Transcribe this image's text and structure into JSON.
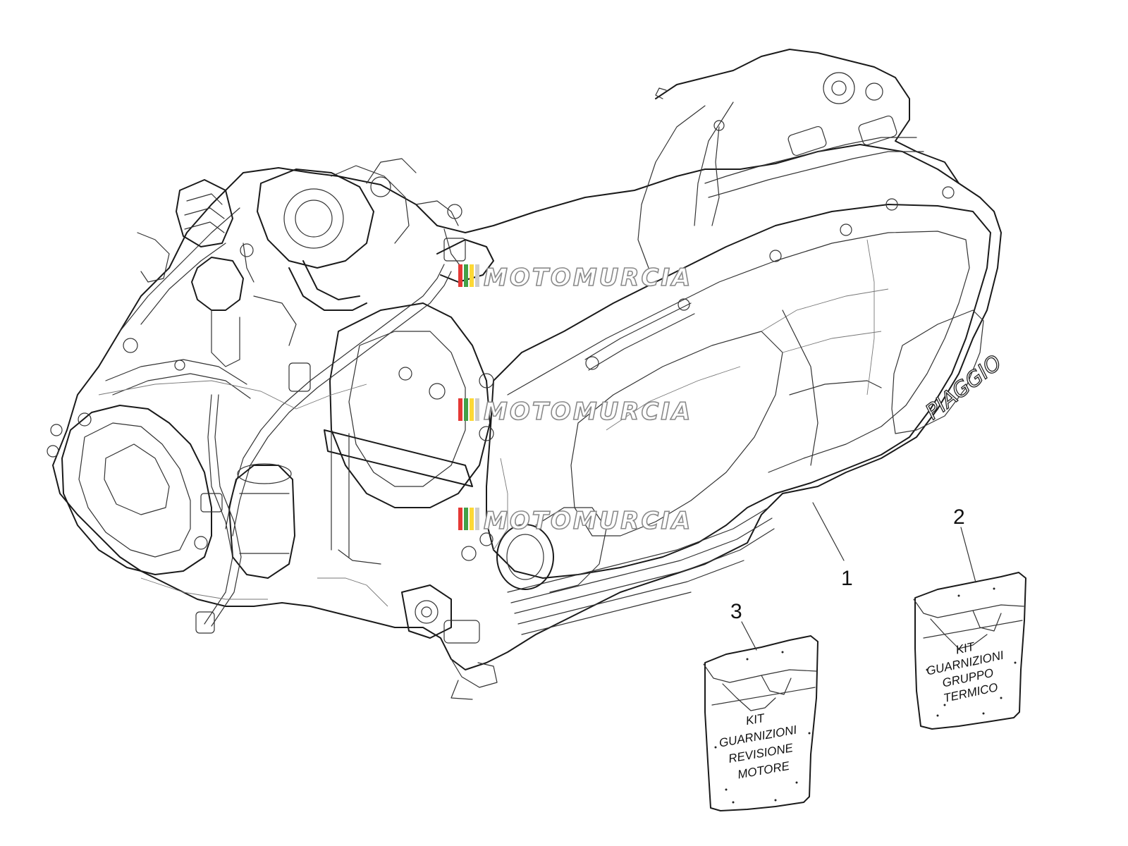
{
  "callouts": {
    "part1": "1",
    "part2": "2",
    "part3": "3"
  },
  "engine": {
    "brand_logo": "PIAGGIO"
  },
  "bag2": {
    "lines": [
      "KIT",
      "GUARNIZIONI",
      "GRUPPO",
      "TERMICO"
    ]
  },
  "bag3": {
    "lines": [
      "KIT",
      "GUARNIZIONI",
      "REVISIONE",
      "MOTORE"
    ]
  },
  "watermark": {
    "text": "MOTOMURCIA",
    "stripe_colors": [
      "#e53935",
      "#43a047",
      "#fdd835",
      "#cccccc"
    ]
  }
}
